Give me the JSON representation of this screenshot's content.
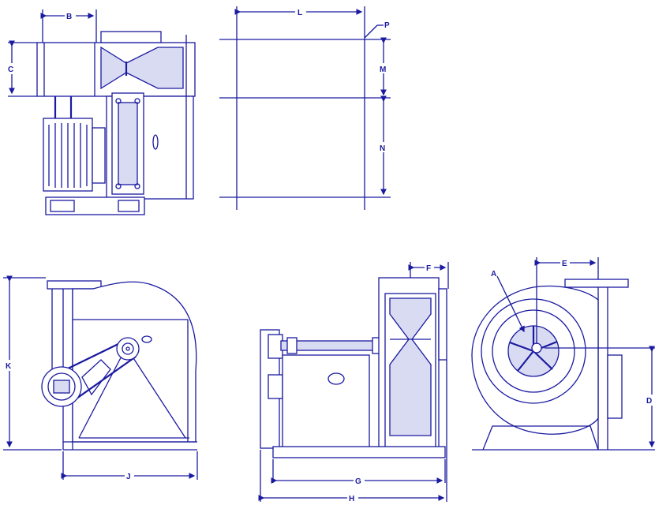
{
  "colors": {
    "ink": "#1a1aa0",
    "paper": "#ffffff",
    "shade": "#d9dbf2"
  },
  "dimensions": {
    "A": "A",
    "B": "B",
    "C": "C",
    "D": "D",
    "E": "E",
    "F": "F",
    "G": "G",
    "H": "H",
    "J": "J",
    "K": "K",
    "L": "L",
    "M": "M",
    "N": "N",
    "P": "P"
  }
}
